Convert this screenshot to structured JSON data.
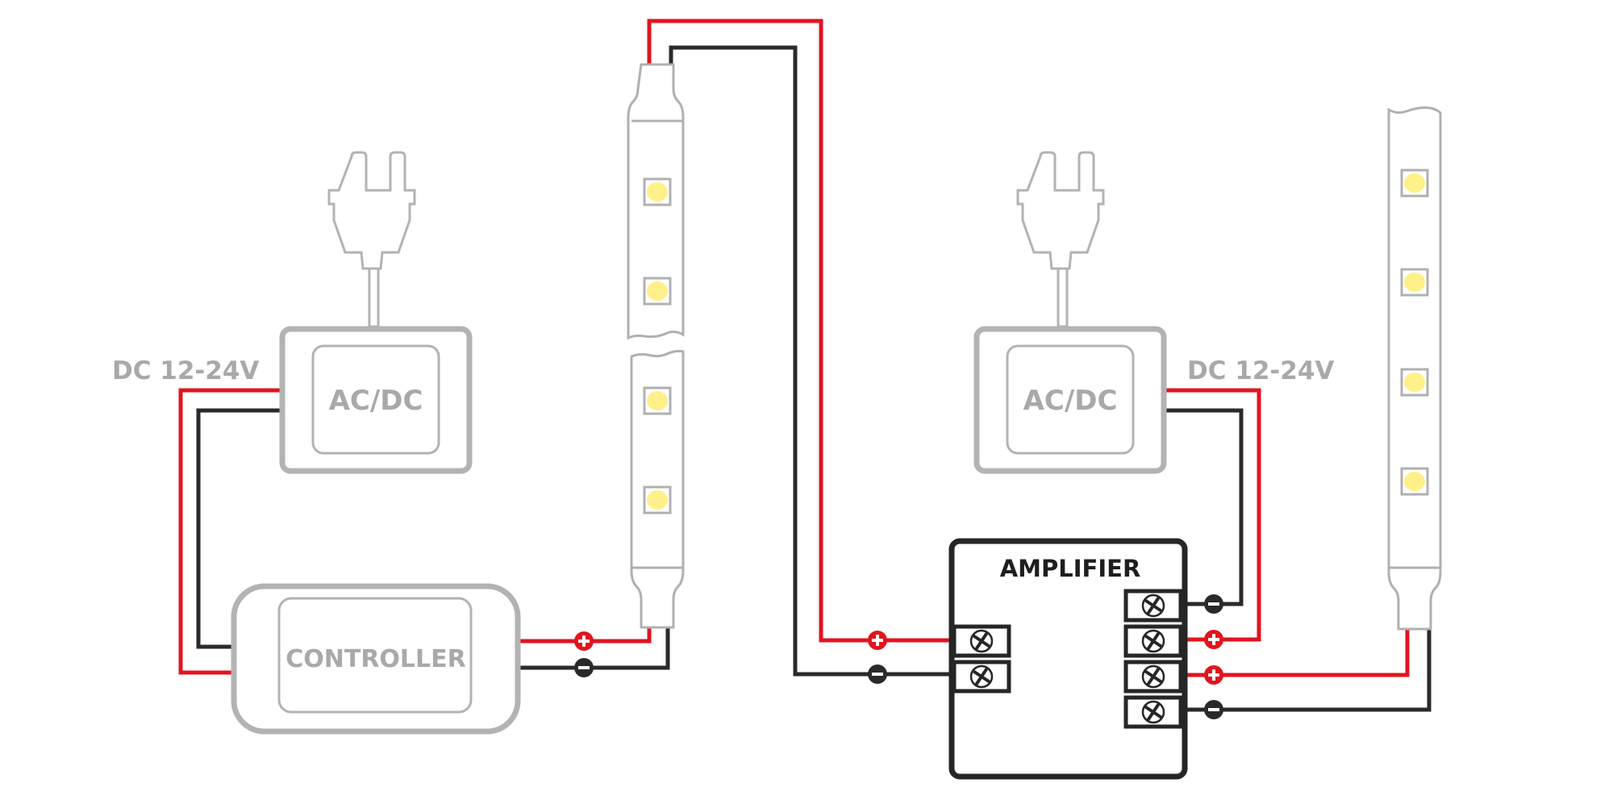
{
  "colors": {
    "positive_wire": "#e2141f",
    "negative_wire": "#2a2a2a",
    "device_outline_gray": "#b3b3b3",
    "device_label_gray": "#a9a9a9",
    "amplifier_outline": "#262626",
    "led_fill": "#fff08a",
    "led_frame": "#b0b0b0"
  },
  "labels": {
    "psu_left_voltage": "DC 12-24V",
    "psu_right_voltage": "DC 12-24V",
    "psu_left_name": "AC/DC",
    "psu_right_name": "AC/DC",
    "controller_name": "CONTROLLER",
    "amplifier_name": "AMPLIFIER"
  },
  "polarity": {
    "plus": "+",
    "minus": "−"
  },
  "components": {
    "power_supplies": [
      {
        "id": "psu-left",
        "type": "AC/DC adapter",
        "output": "DC 12-24V",
        "plug": "Euro plug"
      },
      {
        "id": "psu-right",
        "type": "AC/DC adapter",
        "output": "DC 12-24V",
        "plug": "Euro plug"
      }
    ],
    "controller": {
      "id": "controller",
      "outputs": [
        "+",
        "−"
      ]
    },
    "amplifier": {
      "id": "amplifier",
      "input_terminals": 2,
      "output_side_terminals": 4
    },
    "led_strips": [
      {
        "id": "strip-left",
        "segments": 2,
        "leds_per_segment": 2
      },
      {
        "id": "strip-right",
        "segments": 1,
        "leds_per_segment": 4
      }
    ]
  },
  "connections": [
    {
      "from": "psu-left",
      "to": "controller",
      "wires": [
        "+",
        "−"
      ]
    },
    {
      "from": "controller",
      "to": "strip-left",
      "wires": [
        "+",
        "−"
      ]
    },
    {
      "from": "strip-left",
      "to": "amplifier-input",
      "wires": [
        "+",
        "−"
      ]
    },
    {
      "from": "psu-right",
      "to": "amplifier-power",
      "wires": [
        "−",
        "+"
      ]
    },
    {
      "from": "amplifier-output",
      "to": "strip-right",
      "wires": [
        "+",
        "−"
      ]
    }
  ]
}
